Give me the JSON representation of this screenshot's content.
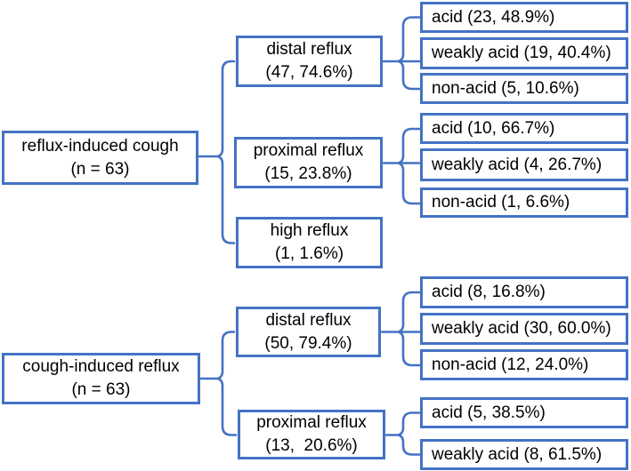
{
  "colors": {
    "accent": "#4472C4",
    "text": "#000000",
    "background": "#ffffff"
  },
  "diagram_type": "tree",
  "tree1": {
    "root": {
      "title": "reflux-induced cough",
      "subtitle": "(n = 63)"
    },
    "branches": [
      {
        "title": "distal reflux",
        "subtitle": "(47, 74.6%)",
        "leaves": [
          "acid (23, 48.9%)",
          "weakly acid (19, 40.4%)",
          "non-acid (5, 10.6%)"
        ]
      },
      {
        "title": "proximal reflux",
        "subtitle": "(15, 23.8%)",
        "leaves": [
          "acid (10, 66.7%)",
          "weakly acid (4, 26.7%)",
          "non-acid (1, 6.6%)"
        ]
      },
      {
        "title": "high reflux",
        "subtitle": "(1, 1.6%)",
        "leaves": []
      }
    ]
  },
  "tree2": {
    "root": {
      "title": "cough-induced reflux",
      "subtitle": "(n = 63)"
    },
    "branches": [
      {
        "title": "distal reflux",
        "subtitle": "(50, 79.4%)",
        "leaves": [
          "acid (8, 16.8%)",
          "weakly acid (30, 60.0%)",
          "non-acid (12, 24.0%)"
        ]
      },
      {
        "title": "proximal reflux",
        "subtitle": "(13,  20.6%)",
        "leaves": [
          "acid (5, 38.5%)",
          "weakly acid (8, 61.5%)"
        ]
      }
    ]
  }
}
